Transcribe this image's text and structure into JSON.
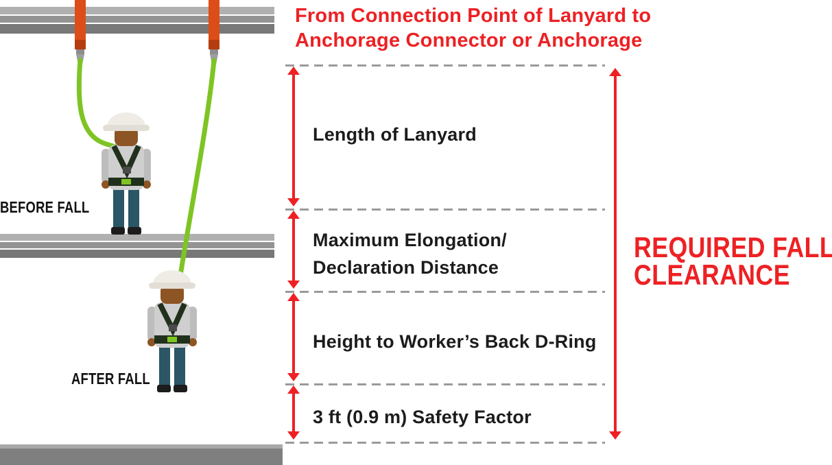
{
  "title": {
    "line1": "From Connection Point of Lanyard to",
    "line2": "Anchorage Connector or Anchorage"
  },
  "illustration": {
    "before_label": "BEFORE FALL",
    "after_label": "AFTER FALL"
  },
  "segments": [
    {
      "lines": [
        "Length of Lanyard"
      ]
    },
    {
      "lines": [
        "Maximum Elongation/",
        "Declaration Distance"
      ]
    },
    {
      "lines": [
        "Height to Worker’s Back D-Ring"
      ]
    },
    {
      "lines": [
        "3 ft (0.9 m) Safety Factor"
      ]
    }
  ],
  "clearance": {
    "line1": "REQUIRED FALL",
    "line2": "CLEARANCE"
  },
  "colors": {
    "red": "#ed2124",
    "dash": "#9a9a9a",
    "lanyard_green": "#7ec424",
    "strap_orange": "#dd4d17",
    "label_black": "#1c1c1c"
  }
}
